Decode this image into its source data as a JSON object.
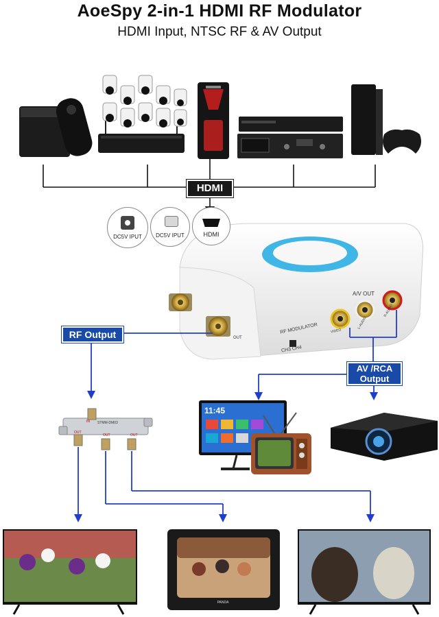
{
  "title": "AoeSpy 2-in-1 HDMI RF Modulator",
  "subtitle": "HDMI Input, NTSC RF & AV  Output",
  "tags": {
    "hdmi": "HDMI",
    "rf_output": "RF Output",
    "av_rca_line1": "AV /RCA",
    "av_rca_line2": "Output"
  },
  "port_icons": {
    "dc_barrel": "DC5V IPUT",
    "dc_pin": "DC5V IPUT",
    "hdmi_port": "HDMI"
  },
  "device_labels": {
    "av_out": "A/V OUT",
    "rf_modulator": "RF MODULATOR",
    "video": "VIDEO",
    "l_audio": "L-AUDIO",
    "r_audio": "R-AUDIO",
    "ch": "CH3  CH4",
    "out": "OUT"
  },
  "splitter_labels": {
    "model": "STMM-DM03",
    "in": "IN",
    "out1": "OUT",
    "out2": "OUT",
    "out3": "OUT"
  },
  "small_tv": {
    "time": "11:45"
  },
  "crt_brand": "PANDA",
  "colors": {
    "accent_blue": "#1a4aa8",
    "arrow_blue": "#1f3fc8",
    "ring_blue": "#3fb6e6"
  }
}
